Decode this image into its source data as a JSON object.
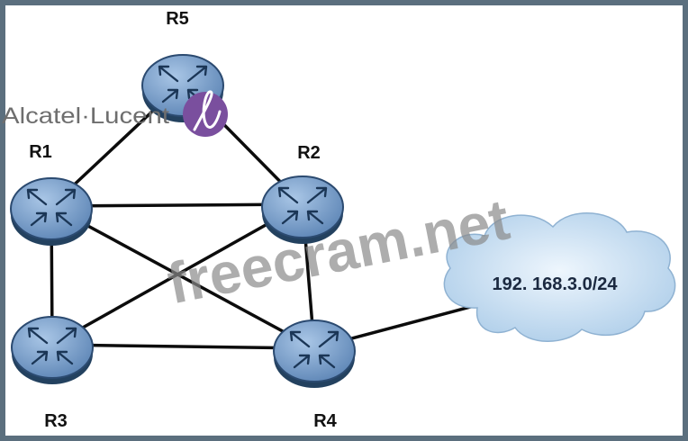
{
  "routers": [
    {
      "id": "R5",
      "label": "R5"
    },
    {
      "id": "R1",
      "label": "R1"
    },
    {
      "id": "R2",
      "label": "R2"
    },
    {
      "id": "R3",
      "label": "R3"
    },
    {
      "id": "R4",
      "label": "R4"
    }
  ],
  "links": [
    [
      "R5",
      "R1"
    ],
    [
      "R5",
      "R2"
    ],
    [
      "R1",
      "R2"
    ],
    [
      "R1",
      "R3"
    ],
    [
      "R1",
      "R4"
    ],
    [
      "R2",
      "R3"
    ],
    [
      "R2",
      "R4"
    ],
    [
      "R3",
      "R4"
    ],
    [
      "R4",
      "cloud"
    ]
  ],
  "network": {
    "label": "192. 168.3.0/24"
  },
  "logo": {
    "text": "Alcatel·Lucent"
  },
  "watermark": {
    "text": "freecram.net"
  },
  "colors": {
    "border": "#5b6f7e",
    "router": "#6f96c4",
    "router_dark": "#2b4a70",
    "cloud": "#bcd6ec"
  }
}
